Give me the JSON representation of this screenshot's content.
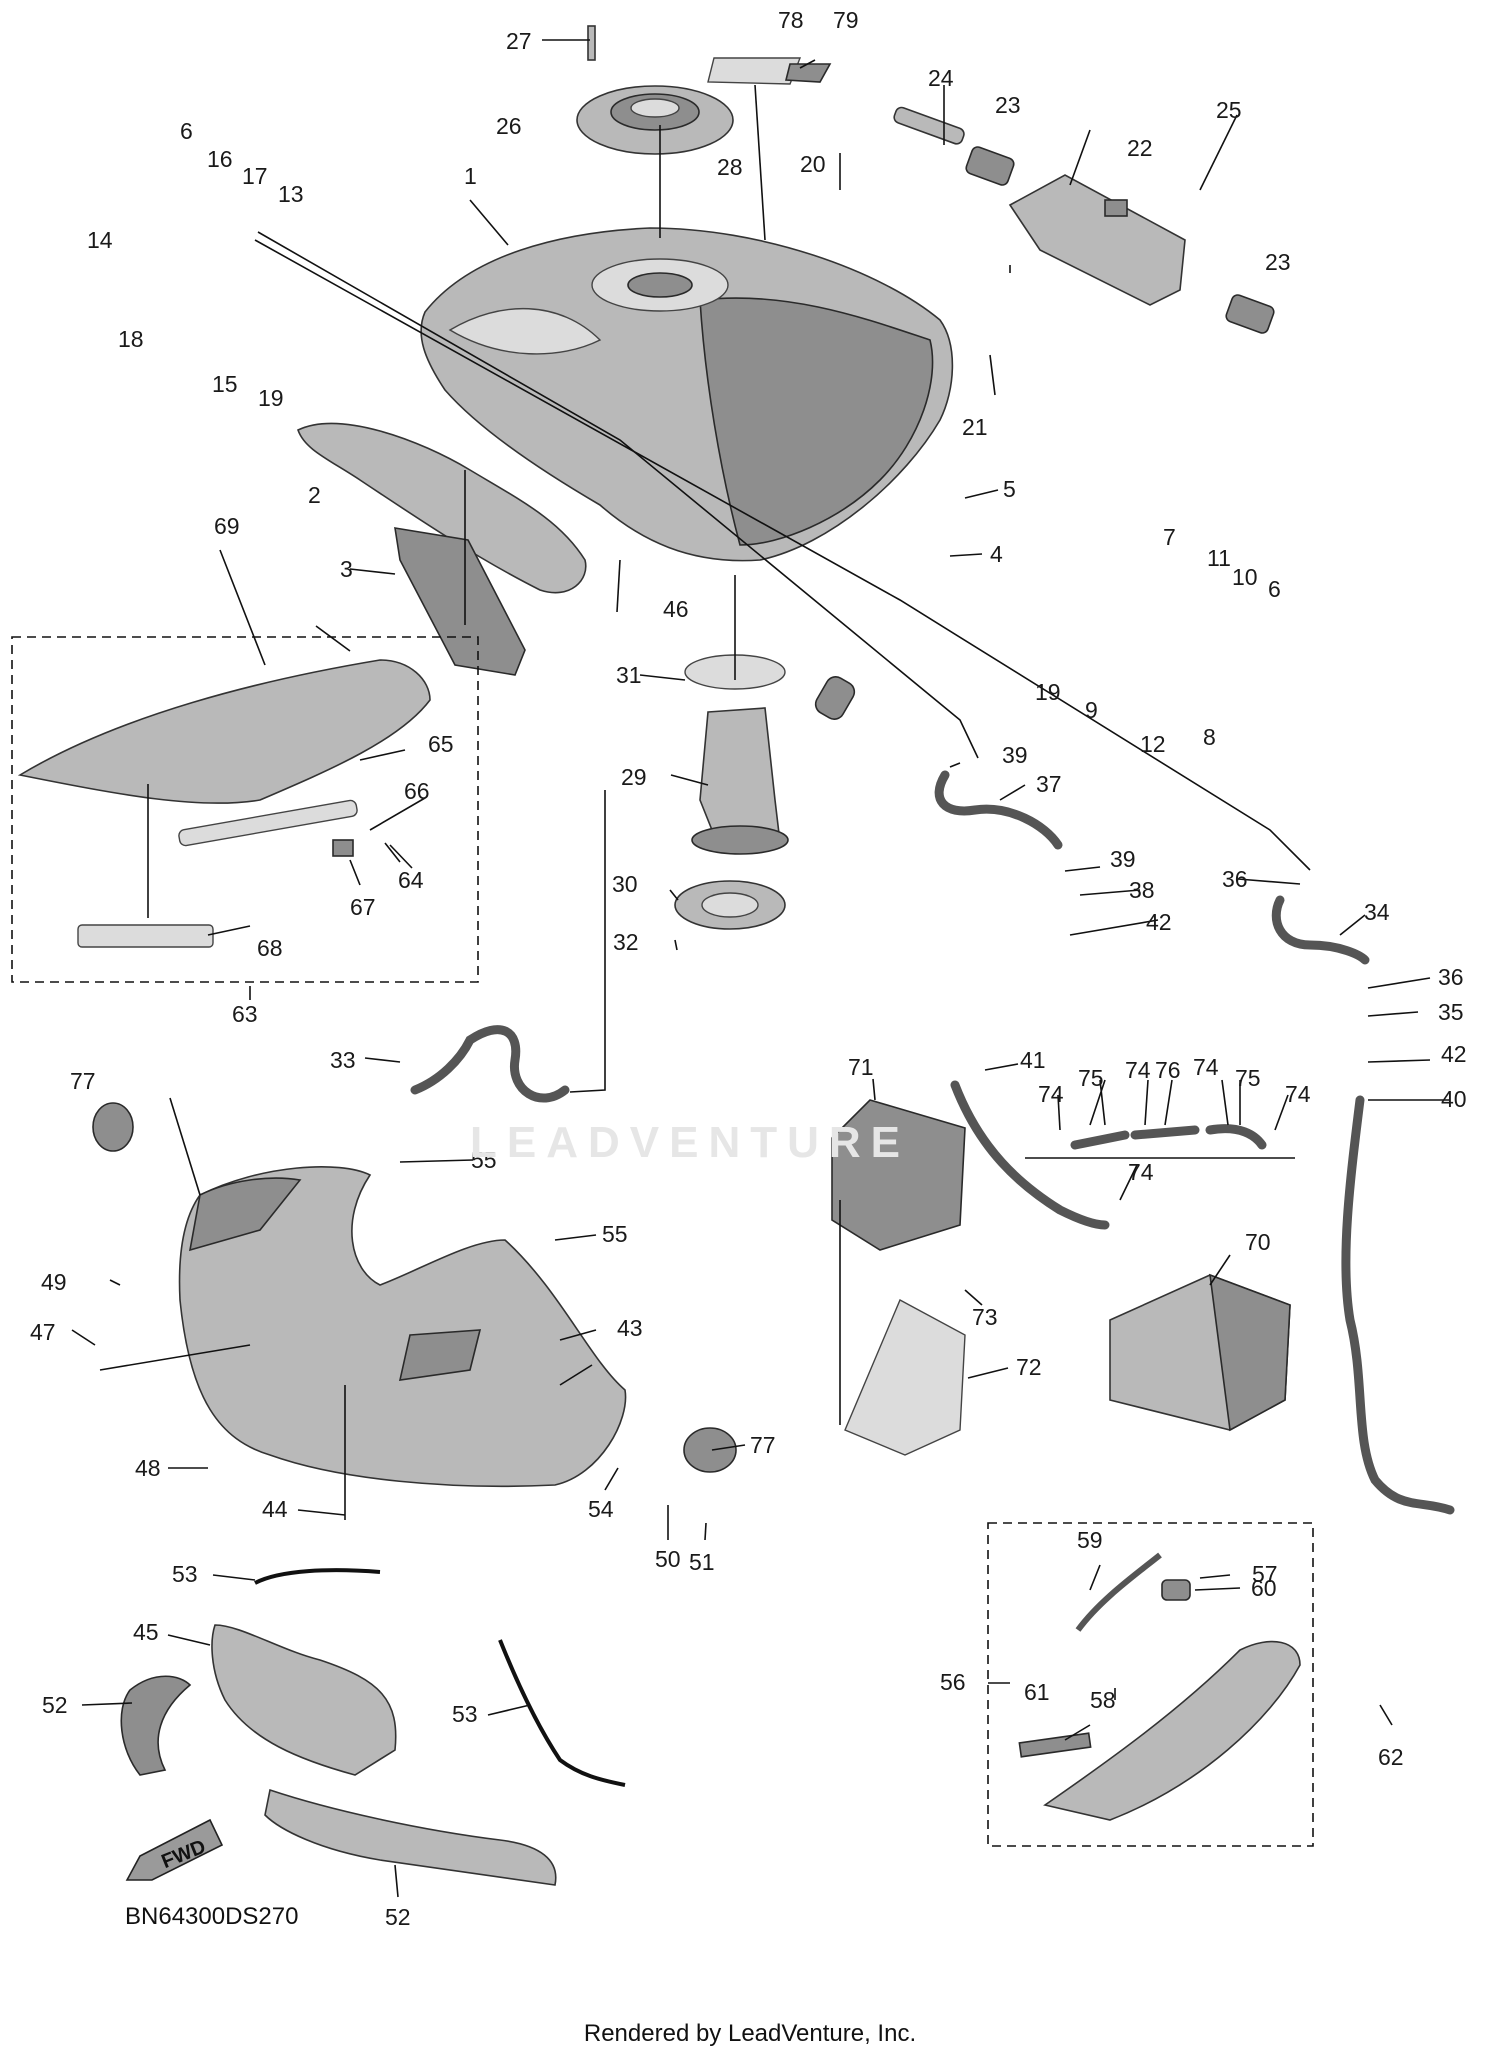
{
  "diagram": {
    "code": "BN64300DS270",
    "credit": "Rendered by LeadVenture, Inc.",
    "watermark": "LEADVENTURE",
    "fwd_label": "FWD",
    "callouts": [
      {
        "id": "c1",
        "text": "1"
      },
      {
        "id": "c2",
        "text": "2"
      },
      {
        "id": "c3",
        "text": "3"
      },
      {
        "id": "c4",
        "text": "4"
      },
      {
        "id": "c5",
        "text": "5"
      },
      {
        "id": "c6a",
        "text": "6"
      },
      {
        "id": "c6b",
        "text": "6"
      },
      {
        "id": "c7",
        "text": "7"
      },
      {
        "id": "c8",
        "text": "8"
      },
      {
        "id": "c9",
        "text": "9"
      },
      {
        "id": "c10",
        "text": "10"
      },
      {
        "id": "c11",
        "text": "11"
      },
      {
        "id": "c12",
        "text": "12"
      },
      {
        "id": "c13",
        "text": "13"
      },
      {
        "id": "c14",
        "text": "14"
      },
      {
        "id": "c15",
        "text": "15"
      },
      {
        "id": "c16",
        "text": "16"
      },
      {
        "id": "c17",
        "text": "17"
      },
      {
        "id": "c18",
        "text": "18"
      },
      {
        "id": "c19a",
        "text": "19"
      },
      {
        "id": "c19b",
        "text": "19"
      },
      {
        "id": "c20",
        "text": "20"
      },
      {
        "id": "c21",
        "text": "21"
      },
      {
        "id": "c22",
        "text": "22"
      },
      {
        "id": "c23a",
        "text": "23"
      },
      {
        "id": "c23b",
        "text": "23"
      },
      {
        "id": "c24",
        "text": "24"
      },
      {
        "id": "c25",
        "text": "25"
      },
      {
        "id": "c26",
        "text": "26"
      },
      {
        "id": "c27",
        "text": "27"
      },
      {
        "id": "c28",
        "text": "28"
      },
      {
        "id": "c29",
        "text": "29"
      },
      {
        "id": "c30",
        "text": "30"
      },
      {
        "id": "c31",
        "text": "31"
      },
      {
        "id": "c32",
        "text": "32"
      },
      {
        "id": "c33",
        "text": "33"
      },
      {
        "id": "c34",
        "text": "34"
      },
      {
        "id": "c35",
        "text": "35"
      },
      {
        "id": "c36a",
        "text": "36"
      },
      {
        "id": "c36b",
        "text": "36"
      },
      {
        "id": "c37",
        "text": "37"
      },
      {
        "id": "c38",
        "text": "38"
      },
      {
        "id": "c39a",
        "text": "39"
      },
      {
        "id": "c39b",
        "text": "39"
      },
      {
        "id": "c40",
        "text": "40"
      },
      {
        "id": "c41",
        "text": "41"
      },
      {
        "id": "c42a",
        "text": "42"
      },
      {
        "id": "c42b",
        "text": "42"
      },
      {
        "id": "c43",
        "text": "43"
      },
      {
        "id": "c44",
        "text": "44"
      },
      {
        "id": "c45",
        "text": "45"
      },
      {
        "id": "c46",
        "text": "46"
      },
      {
        "id": "c47",
        "text": "47"
      },
      {
        "id": "c48",
        "text": "48"
      },
      {
        "id": "c49",
        "text": "49"
      },
      {
        "id": "c50",
        "text": "50"
      },
      {
        "id": "c51",
        "text": "51"
      },
      {
        "id": "c52a",
        "text": "52"
      },
      {
        "id": "c52b",
        "text": "52"
      },
      {
        "id": "c53a",
        "text": "53"
      },
      {
        "id": "c53b",
        "text": "53"
      },
      {
        "id": "c54",
        "text": "54"
      },
      {
        "id": "c55a",
        "text": "55"
      },
      {
        "id": "c55b",
        "text": "55"
      },
      {
        "id": "c56",
        "text": "56"
      },
      {
        "id": "c57",
        "text": "57"
      },
      {
        "id": "c58",
        "text": "58"
      },
      {
        "id": "c59",
        "text": "59"
      },
      {
        "id": "c60",
        "text": "60"
      },
      {
        "id": "c61",
        "text": "61"
      },
      {
        "id": "c62",
        "text": "62"
      },
      {
        "id": "c63",
        "text": "63"
      },
      {
        "id": "c64",
        "text": "64"
      },
      {
        "id": "c65",
        "text": "65"
      },
      {
        "id": "c66",
        "text": "66"
      },
      {
        "id": "c67",
        "text": "67"
      },
      {
        "id": "c68",
        "text": "68"
      },
      {
        "id": "c69",
        "text": "69"
      },
      {
        "id": "c70",
        "text": "70"
      },
      {
        "id": "c71",
        "text": "71"
      },
      {
        "id": "c72",
        "text": "72"
      },
      {
        "id": "c73",
        "text": "73"
      },
      {
        "id": "c74a",
        "text": "74"
      },
      {
        "id": "c74b",
        "text": "74"
      },
      {
        "id": "c74c",
        "text": "74"
      },
      {
        "id": "c74d",
        "text": "74"
      },
      {
        "id": "c74e",
        "text": "74"
      },
      {
        "id": "c75a",
        "text": "75"
      },
      {
        "id": "c75b",
        "text": "75"
      },
      {
        "id": "c76",
        "text": "76"
      },
      {
        "id": "c77a",
        "text": "77"
      },
      {
        "id": "c77b",
        "text": "77"
      },
      {
        "id": "c78",
        "text": "78"
      },
      {
        "id": "c79",
        "text": "79"
      }
    ]
  }
}
